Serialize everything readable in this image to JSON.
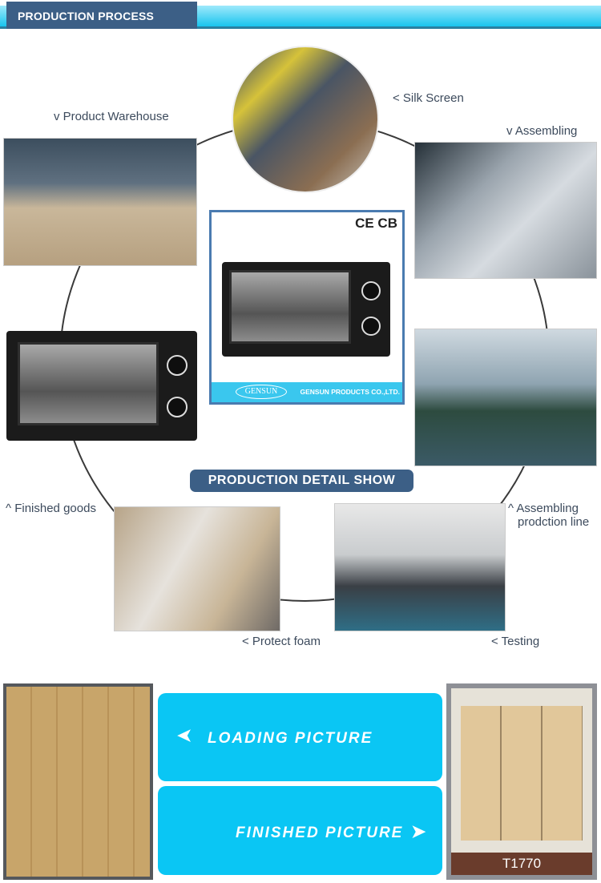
{
  "header": {
    "title": "PRODUCTION PROCESS"
  },
  "steps": {
    "silk_screen": "< Silk Screen",
    "product_warehouse": "v Product Warehouse",
    "assembling": "v Assembling",
    "assembling_line_1": "^ Assembling",
    "assembling_line_2": "prodction line",
    "finished_goods": "^ Finished goods",
    "protect_foam": "< Protect foam",
    "testing": "< Testing"
  },
  "center": {
    "badge": "PRODUCTION DETAIL SHOW",
    "certifications": "CE CB",
    "brand_logo": "GENSUN",
    "company": "GENSUN PRODUCTS CO.,LTD."
  },
  "bottom": {
    "loading_label": "LOADING PICTURE",
    "finished_label": "FINISHED PICTURE",
    "truck_plate": "T1770"
  },
  "colors": {
    "accent_blue": "#0ac6f4",
    "header_navy": "#3c5f86"
  },
  "icons": {
    "loading_arrow": "arrow-left-icon",
    "finished_arrow": "arrow-right-icon"
  }
}
